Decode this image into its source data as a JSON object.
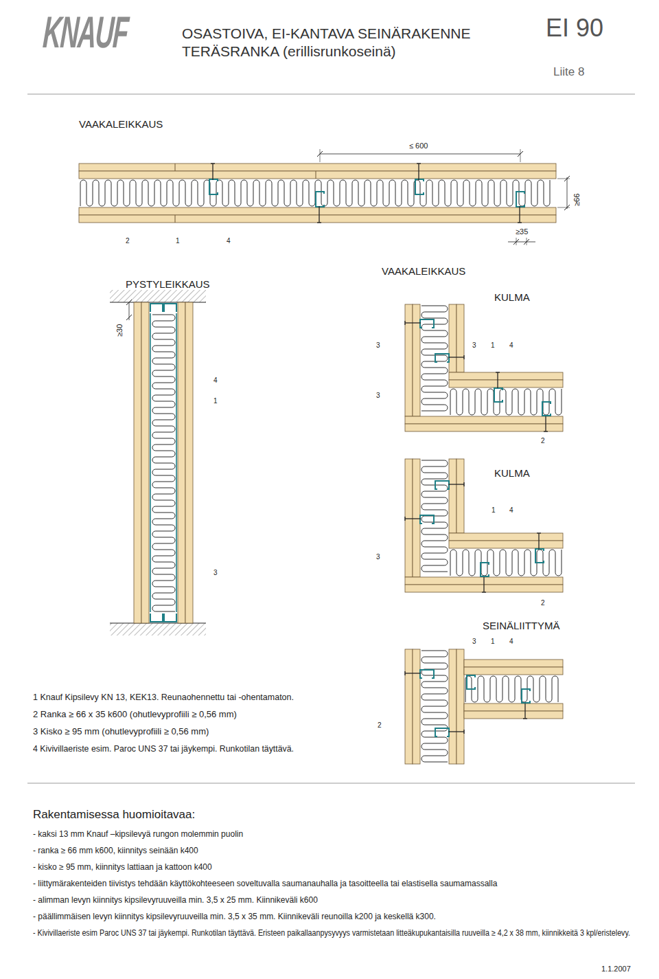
{
  "diagram": {
    "title": "OSASTOIVA, EI-KANTAVA SEINÄRAKENNE TERÄSRANKA (erillisrunkoseinä)",
    "labels": [
      "KNAUF",
      "EI 90",
      "Liite 8",
      "VAAKALEIKKAUS",
      "≤ 600",
      "≥66",
      "≥35",
      "2",
      "1",
      "4",
      "PYSTYLEIKKAUS",
      "VAAKALEIKKAUS",
      "KULMA",
      "≥30",
      "3",
      "3",
      "1",
      "4",
      "4",
      "1",
      "3",
      "2",
      "KULMA",
      "1",
      "4",
      "3",
      "3",
      "2",
      "SEINÄLIITTYMÄ",
      "3",
      "1",
      "4",
      "2",
      "1 Knauf Kipsilevy KN 13, KEK13. Reunaohennettu tai -ohentamaton.",
      "2 Ranka ≥ 66 x 35 k600 (ohutlevyprofiili ≥ 0,56 mm)",
      "3 Kisko ≥ 95 mm (ohutlevyprofiili ≥ 0,56 mm)",
      "4 Kivivillaeriste esim. Paroc UNS 37 tai jäykempi. Runkotilan täyttävä.",
      "Rakentamisessa huomioitavaa:",
      "- kaksi 13 mm Knauf –kipsilevyä rungon molemmin puolin",
      "- ranka ≥ 66 mm k600, kiinnitys seinään k400",
      "- kisko ≥ 95 mm, kiinnitys lattiaan ja kattoon k400",
      "- liittymärakenteiden tiivistys tehdään käyttökohteeseen soveltuvalla saumanauhalla ja tasoitteella tai elastisella saumamassalla",
      "- alimman levyn kiinnitys kipsilevyruuveilla min. 3,5 x 25 mm. Kiinnikeväli k600",
      "- päällimmäisen levyn kiinnitys kipsilevyruuveilla min. 3,5 x 35 mm. Kiinnikeväli reunoilla k200 ja keskellä k300.",
      "- Kivivillaeriste esim Paroc UNS 37 tai jäykempi. Runkotilan täyttävä. Eristeen paikallaanpysyvyys varmistetaan litteäkupukantaisilla ruuveilla ≥ 4,2 x 38 mm, kiinnikkeitä 3 kpl/eristelevy.",
      "1.1.2007"
    ]
  }
}
